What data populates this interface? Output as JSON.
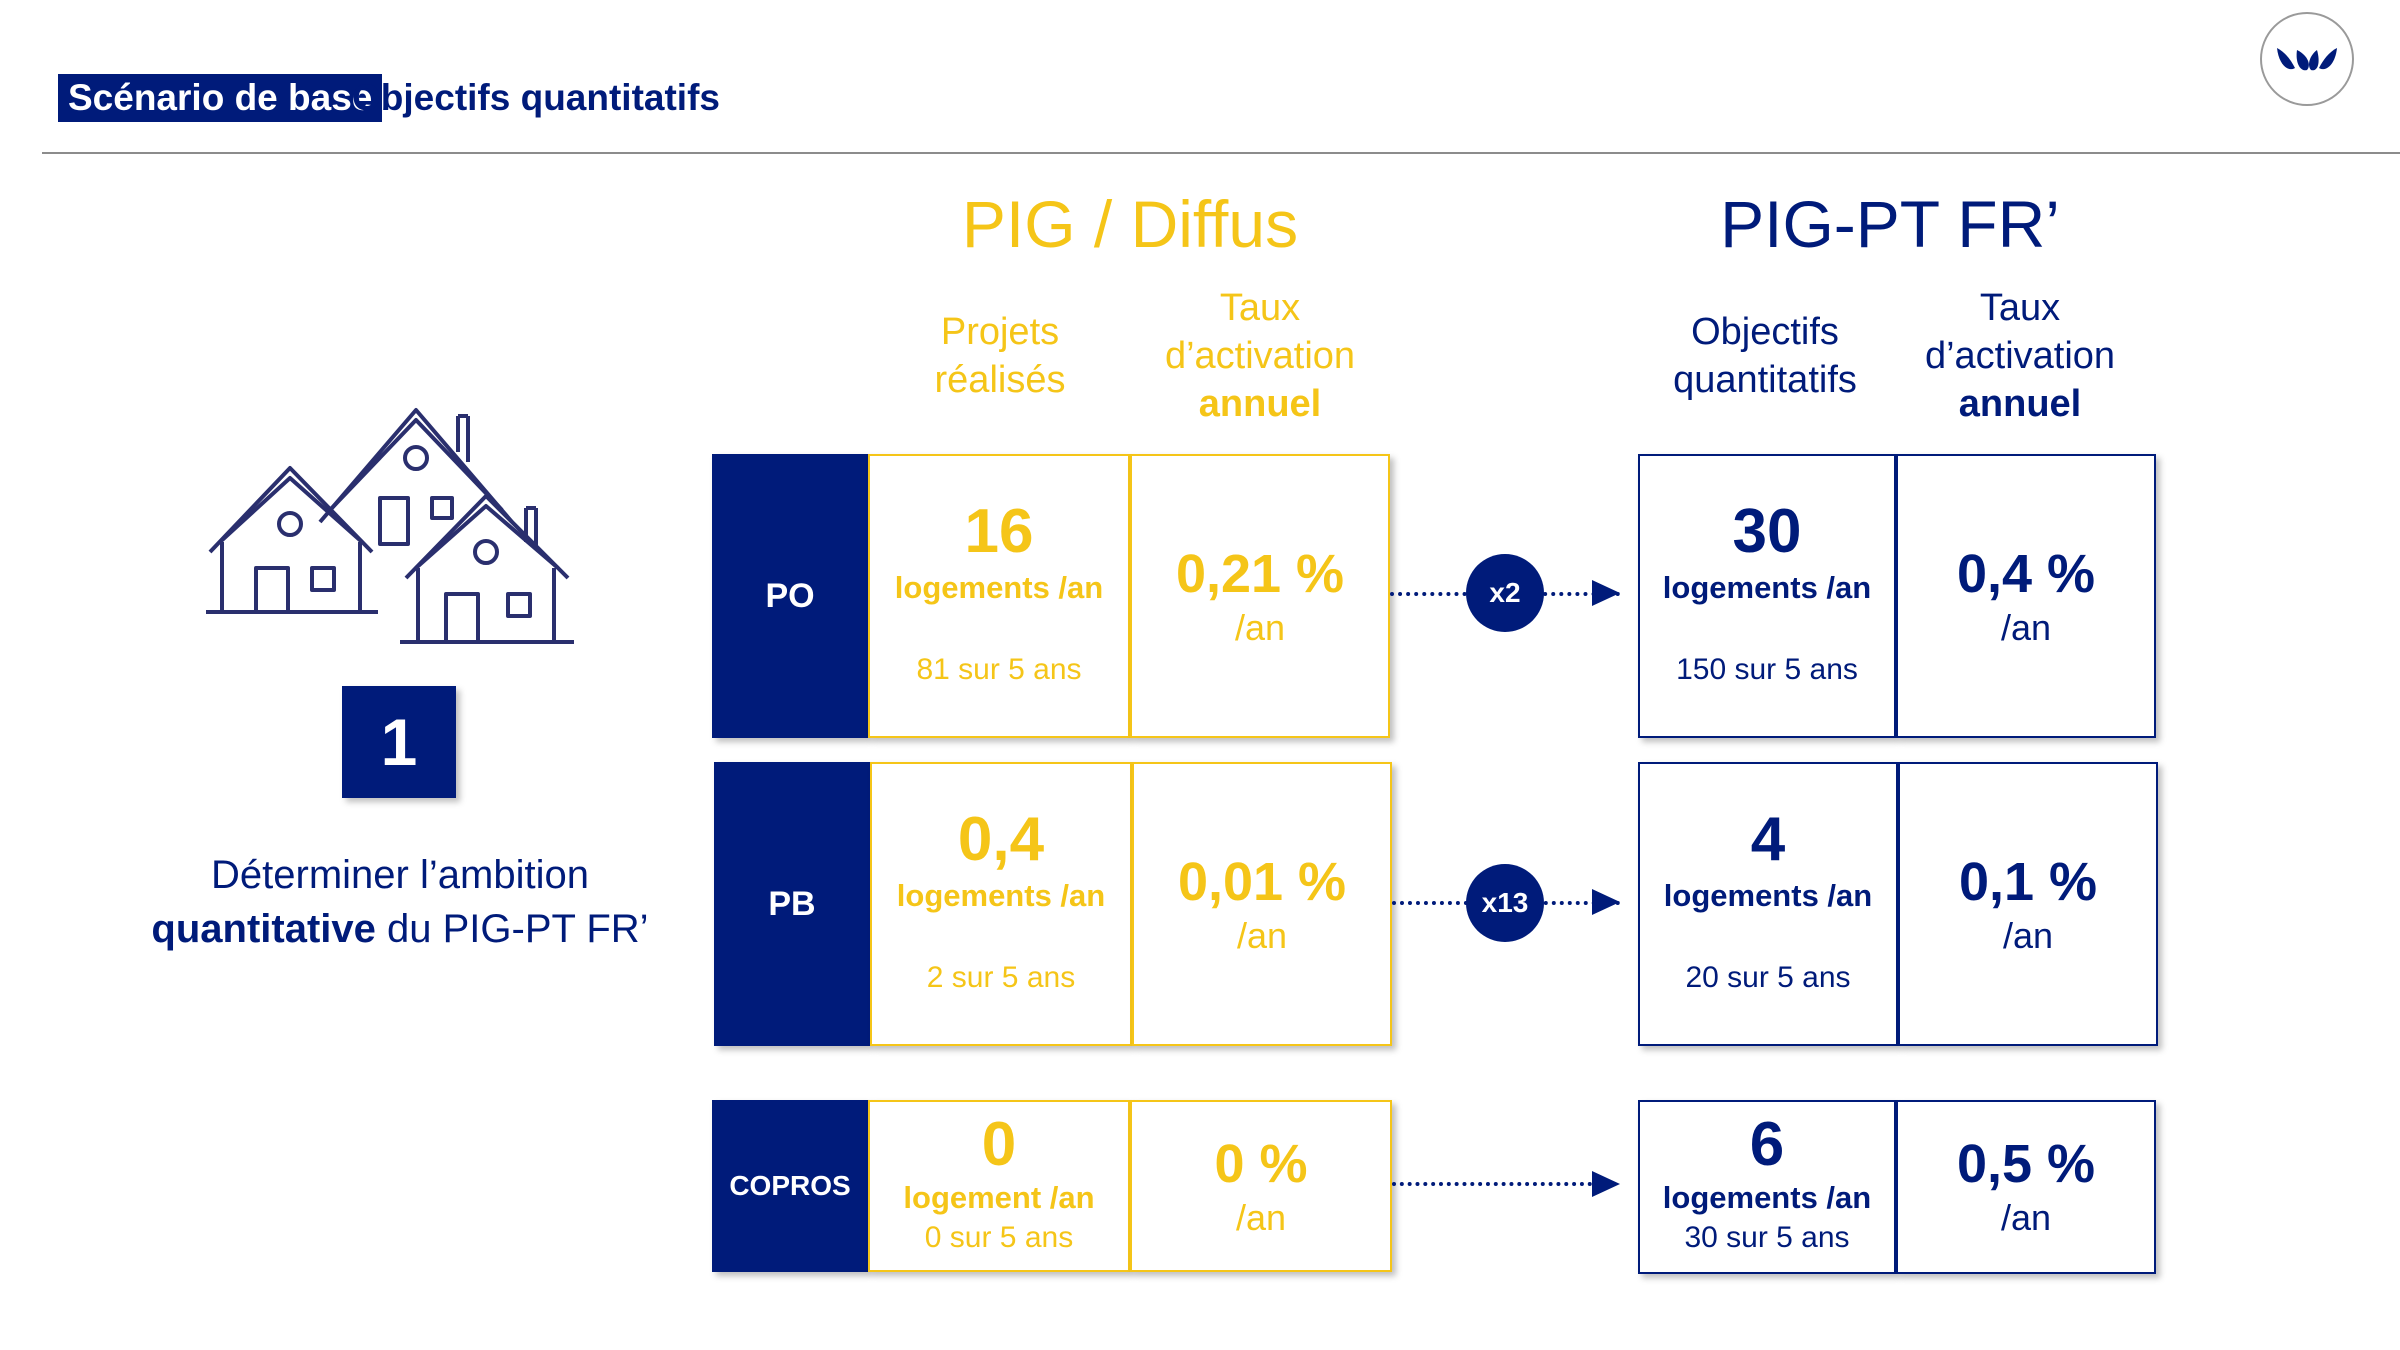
{
  "header": {
    "tag": "Scénario de base",
    "title": "Objectifs quantitatifs"
  },
  "left": {
    "step_number": "1",
    "text_line1": "Déterminer l’ambition",
    "text_bold": "quantitative",
    "text_rest": " du PIG-PT FR’"
  },
  "pig": {
    "title": "PIG / Diffus",
    "col1_l1": "Projets",
    "col1_l2": "réalisés",
    "col2_l1": "Taux",
    "col2_l2": "d’activation",
    "col2_l3": "annuel"
  },
  "pigpt": {
    "title": "PIG-PT FR’",
    "col1_l1": "Objectifs",
    "col1_l2": "quantitatifs",
    "col2_l1": "Taux",
    "col2_l2": "d’activation",
    "col2_l3": "annuel"
  },
  "rows": [
    {
      "label": "PO",
      "pig_value": "16",
      "pig_unit": "logements /an",
      "pig_total": "81 sur 5 ans",
      "pig_rate": "0,21 %",
      "pig_rate_unit": "/an",
      "multiplier": "x2",
      "pt_value": "30",
      "pt_unit": "logements /an",
      "pt_total": "150 sur 5 ans",
      "pt_rate": "0,4 %",
      "pt_rate_unit": "/an"
    },
    {
      "label": "PB",
      "pig_value": "0,4",
      "pig_unit": "logements /an",
      "pig_total": "2 sur 5 ans",
      "pig_rate": "0,01 %",
      "pig_rate_unit": "/an",
      "multiplier": "x13",
      "pt_value": "4",
      "pt_unit": "logements /an",
      "pt_total": "20 sur 5 ans",
      "pt_rate": "0,1 %",
      "pt_rate_unit": "/an"
    },
    {
      "label": "COPROS",
      "pig_value": "0",
      "pig_unit": "logement /an",
      "pig_total": "0 sur 5 ans",
      "pig_rate": "0 %",
      "pig_rate_unit": "/an",
      "pt_value": "6",
      "pt_unit": "logements /an",
      "pt_total": "30 sur 5 ans",
      "pt_rate": "0,5 %",
      "pt_rate_unit": "/an"
    }
  ],
  "colors": {
    "navy": "#001b7a",
    "yellow": "#f5c518"
  },
  "icons": [
    "houses-icon",
    "logo-icon",
    "arrow-right-icon"
  ]
}
